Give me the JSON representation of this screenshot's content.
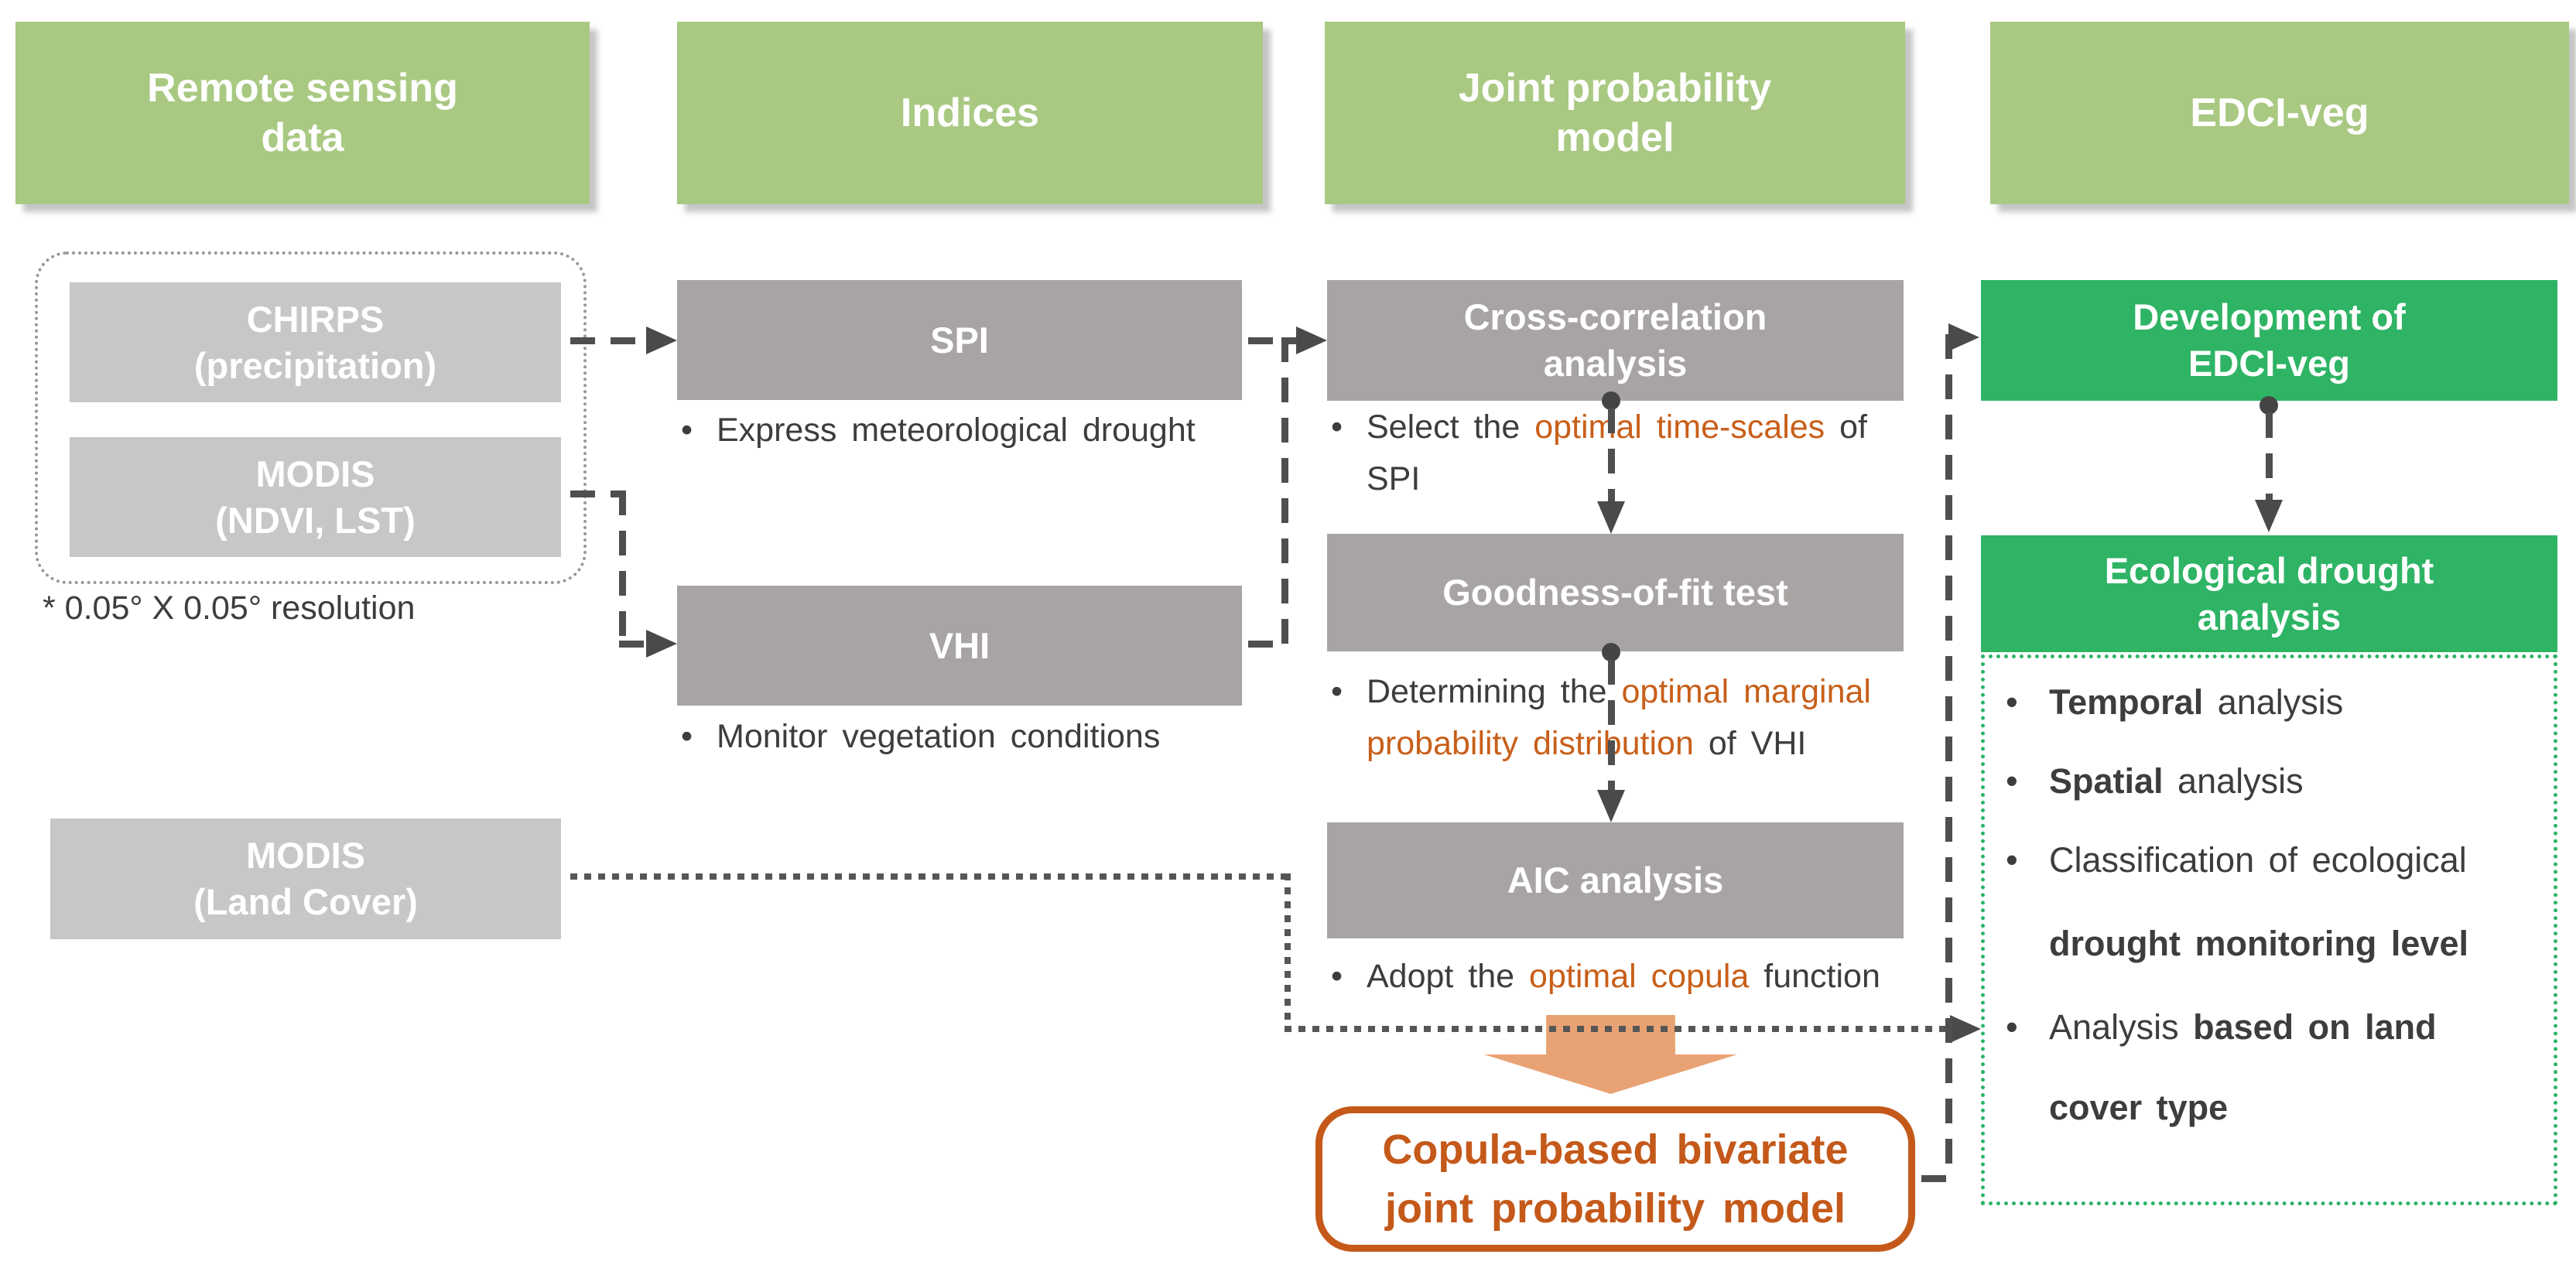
{
  "ui": {
    "bullet_char": "•"
  },
  "colors": {
    "header_green": "#a9c983",
    "emerald_green": "#2eb464",
    "eco_dotted_border": "#2db366",
    "light_gray_box": "#c8c6c6",
    "dark_gray_box": "#a8a4a3",
    "orange_text": "#c85f19",
    "copula_orange": "#c4591a",
    "block_arrow_fill": "#e9a273",
    "connector_gray": "#4f4f4f",
    "bullet_text": "#3d3d3d"
  },
  "headers": {
    "remote_sensing": {
      "line1": "Remote sensing",
      "line2": "data"
    },
    "indices": {
      "line1": "Indices"
    },
    "joint_probability": {
      "line1": "Joint probability",
      "line2": "model"
    },
    "edci_veg": {
      "line1": "EDCI-veg"
    }
  },
  "remote_sensing": {
    "chirps": {
      "line1": "CHIRPS",
      "line2": "(precipitation)"
    },
    "modis_ndvi": {
      "line1": "MODIS",
      "line2": "(NDVI, LST)"
    },
    "resolution_note": "* 0.05° X 0.05° resolution",
    "modis_land_cover": {
      "line1": "MODIS",
      "line2": "(Land Cover)"
    }
  },
  "indices": {
    "spi": {
      "label": "SPI",
      "bullet": "Express meteorological drought"
    },
    "vhi": {
      "label": "VHI",
      "bullet": "Monitor vegetation conditions"
    }
  },
  "joint_model": {
    "cross_correlation": {
      "line1": "Cross-correlation",
      "line2": "analysis"
    },
    "cc_bullet": {
      "pre": "Select the ",
      "orange": "optimal time-scales",
      "post": " of",
      "line2": "SPI"
    },
    "goodness_of_fit": {
      "line1": "Goodness-of-fit test"
    },
    "gof_bullet": {
      "line1_pre": "Determining the ",
      "line1_orange": "optimal marginal",
      "line2_orange": "probability distribution",
      "line2_post": " of VHI"
    },
    "aic": {
      "line1": "AIC analysis"
    },
    "aic_bullet": {
      "pre": "Adopt the ",
      "orange": "optimal copula",
      "post": " function"
    },
    "copula_box": {
      "line1": "Copula-based bivariate",
      "line2": "joint probability model"
    }
  },
  "edci": {
    "development": {
      "line1": "Development of",
      "line2": "EDCI-veg"
    },
    "analysis_header": {
      "line1": "Ecological  drought",
      "line2": "analysis"
    },
    "rows": [
      {
        "b": "Temporal",
        "n": " analysis"
      },
      {
        "b": "Spatial",
        "n": " analysis"
      },
      {
        "n": "Classification of ecological"
      },
      {
        "b": "drought monitoring level"
      },
      {
        "n": "Analysis ",
        "b2": "based on land"
      },
      {
        "b": "cover type"
      }
    ]
  }
}
